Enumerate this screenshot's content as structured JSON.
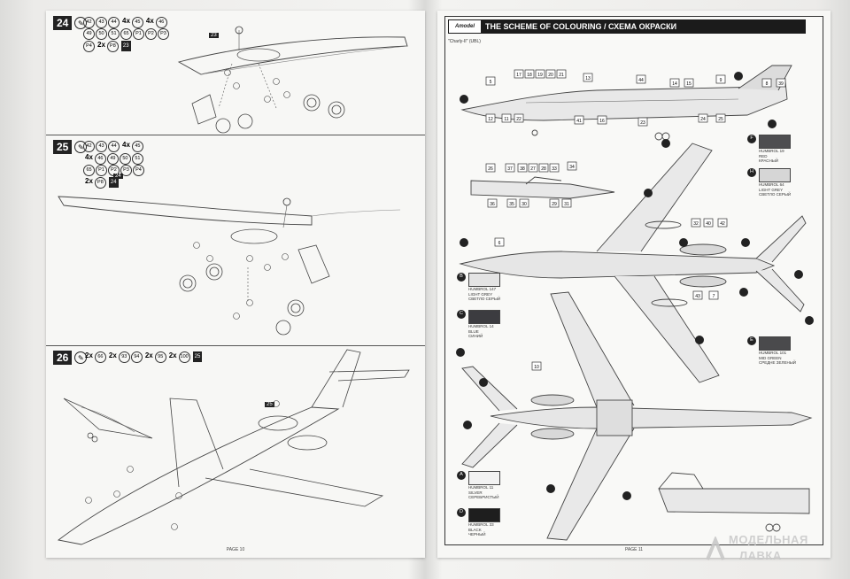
{
  "left_page": {
    "page_number": "PAGE 10",
    "steps": [
      {
        "number": "24",
        "ref_badge": "23",
        "parts_lines": [
          [
            "42",
            "43",
            "44",
            "4x",
            "45",
            "4x",
            "46"
          ],
          [
            "49",
            "50",
            "51",
            "65",
            "P1",
            "P2",
            "P3"
          ],
          [
            "P4",
            "2x",
            "P8",
            "23"
          ]
        ]
      },
      {
        "number": "25",
        "ref_badge": "24",
        "parts_lines": [
          [
            "42",
            "43",
            "44",
            "4x",
            "45"
          ],
          [
            "4x",
            "46",
            "49",
            "50",
            "51"
          ],
          [
            "65",
            "P1",
            "P2",
            "P3",
            "P4"
          ],
          [
            "2x",
            "P8",
            "24"
          ]
        ]
      },
      {
        "number": "26",
        "ref_badge": "25",
        "parts_lines": [
          [
            "2x",
            "66",
            "2x",
            "93",
            "94",
            "2x",
            "95",
            "2x",
            "100",
            "25"
          ]
        ],
        "callout": "25"
      }
    ]
  },
  "right_page": {
    "page_number": "PAGE 11",
    "title": "THE SCHEME OF COLOURING / СХЕМА ОКРАСКИ",
    "logo_text": "Amodel",
    "subtitle": "\"Charly-II\" (UBL)",
    "colours": [
      {
        "marker": "F",
        "lines": [
          "HUMBROL 19",
          "RED",
          "КРАСНЫЙ"
        ],
        "hex": "#4e4e50"
      },
      {
        "marker": "H",
        "lines": [
          "HUMBROL 64",
          "LIGHT GREY",
          "СВЕТЛО СЕРЫЙ"
        ],
        "hex": "#d6d6d6"
      },
      {
        "marker": "B",
        "lines": [
          "HUMBROL 147",
          "LIGHT GREY",
          "СВЕТЛО СЕРЫЙ"
        ],
        "hex": "#e4e4e4"
      },
      {
        "marker": "C",
        "lines": [
          "HUMBROL 14",
          "BLUE",
          "СИНИЙ"
        ],
        "hex": "#3c3c40"
      },
      {
        "marker": "E",
        "lines": [
          "HUMBROL 101",
          "MID GREEN",
          "СРЕДНЕ ЗЕЛЕНЫЙ"
        ],
        "hex": "#4a4a4c"
      },
      {
        "marker": "A",
        "lines": [
          "HUMBROL 11",
          "SILVER",
          "СЕРЕБРИСТЫЙ"
        ],
        "hex": "#f2f2f2"
      },
      {
        "marker": "D",
        "lines": [
          "HUMBROL 33",
          "BLACK",
          "ЧЕРНЫЙ"
        ],
        "hex": "#1e1e1e"
      }
    ],
    "decal_labels": [
      "5",
      "17",
      "18",
      "19",
      "20",
      "21",
      "44",
      "14",
      "15",
      "13",
      "9",
      "8",
      "39",
      "12",
      "11",
      "22",
      "41",
      "16",
      "23",
      "24",
      "25",
      "26",
      "37",
      "38",
      "27",
      "28",
      "33",
      "34",
      "36",
      "35",
      "30",
      "29",
      "31",
      "32",
      "40",
      "42",
      "43",
      "7",
      "6",
      "10"
    ]
  },
  "watermark": {
    "line1": "МОДЕЛЬНАЯ",
    "line2": "ЛАВКА"
  }
}
